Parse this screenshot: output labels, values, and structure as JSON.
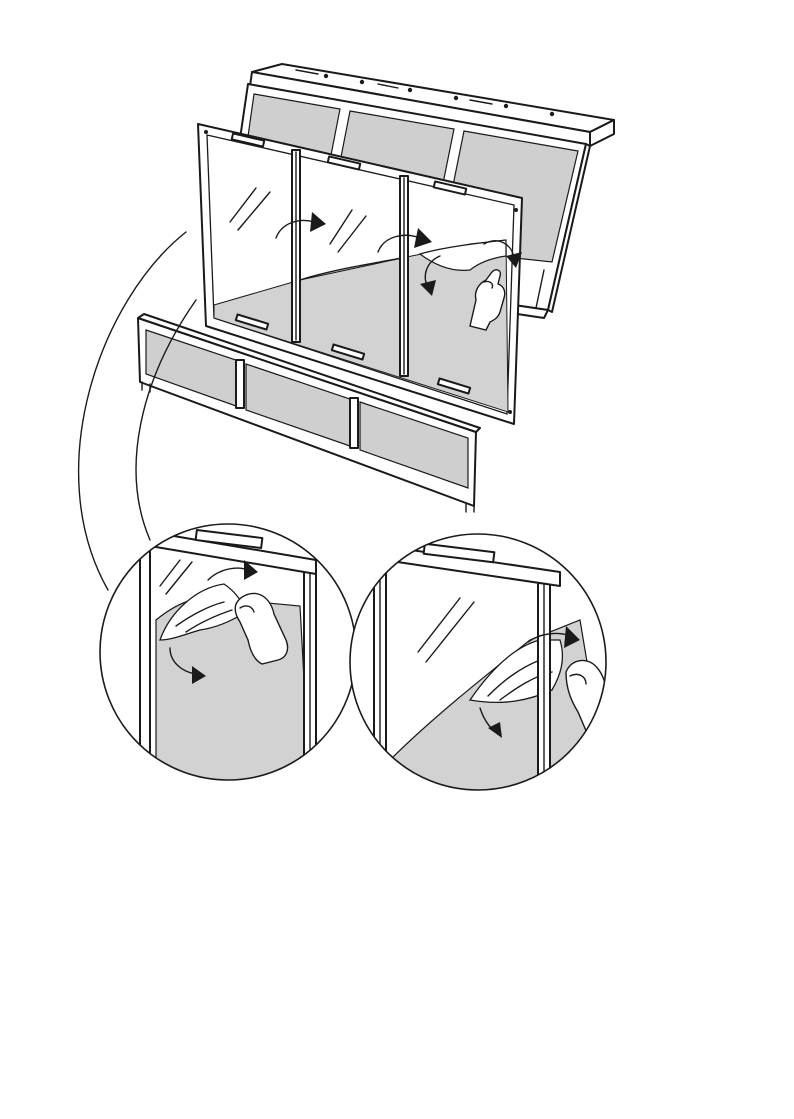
{
  "diagram": {
    "colors": {
      "line": "#1a1a1a",
      "panel_fill": "#cfcfcf",
      "glass_fill": "#ffffff",
      "film_fill": "#d2d2d2",
      "background": "#ffffff"
    },
    "parts": {
      "back_panel": "back-panel",
      "glass_door_frame": "glass-door-frame",
      "front_panel": "front-panel",
      "detail_left": "detail-circle-left",
      "detail_right": "detail-circle-right"
    }
  }
}
